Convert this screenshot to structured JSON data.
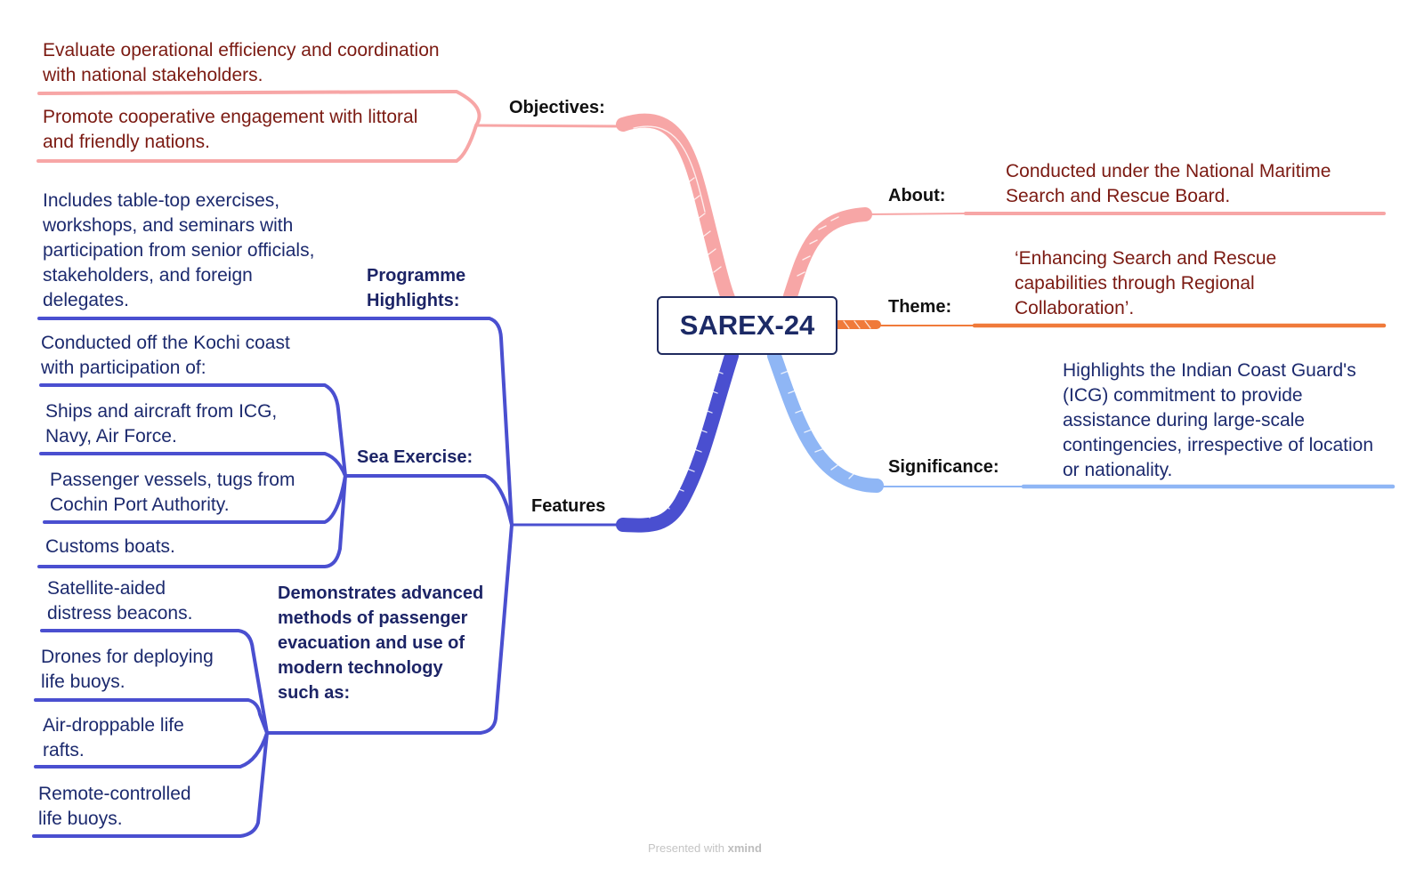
{
  "central_topic": "SAREX-24",
  "colors": {
    "objectives": "#f7a6a6",
    "about": "#f7a6a6",
    "theme": "#f07a3a",
    "significance": "#8fb6f5",
    "features": "#4a4fd0",
    "dark_red_text": "#7b1a12",
    "navy_text": "#1c2a6e"
  },
  "branches": {
    "objectives": {
      "label": "Objectives:",
      "items": [
        "Evaluate operational efficiency and coordination with national stakeholders.",
        "Promote cooperative engagement with littoral and friendly nations."
      ]
    },
    "about": {
      "label": "About:",
      "text": "Conducted under the National Maritime Search and Rescue Board."
    },
    "theme": {
      "label": "Theme:",
      "text": "‘Enhancing Search and Rescue capabilities through Regional Collaboration’."
    },
    "significance": {
      "label": "Significance:",
      "text": "Highlights the Indian Coast Guard's (ICG) commitment to provide assistance during large-scale contingencies, irrespective of location or nationality."
    },
    "features": {
      "label": "Features",
      "programme": {
        "label": "Programme Highlights:",
        "text": "Includes table-top exercises, workshops, and seminars with participation from senior officials, stakeholders, and foreign delegates."
      },
      "sea_exercise": {
        "label": "Sea Exercise:",
        "items": [
          "Conducted off the Kochi coast with participation of:",
          "Ships and aircraft from ICG, Navy, Air Force.",
          "Passenger vessels, tugs from Cochin Port Authority.",
          "Customs boats."
        ]
      },
      "demonstrates": {
        "label": "Demonstrates advanced methods of passenger evacuation and use of modern technology such as:",
        "items": [
          "Satellite-aided distress beacons.",
          "Drones for deploying life buoys.",
          "Air-droppable life rafts.",
          "Remote-controlled life buoys."
        ]
      }
    }
  },
  "footer": {
    "prefix": "Presented with",
    "brand": "xmind"
  }
}
